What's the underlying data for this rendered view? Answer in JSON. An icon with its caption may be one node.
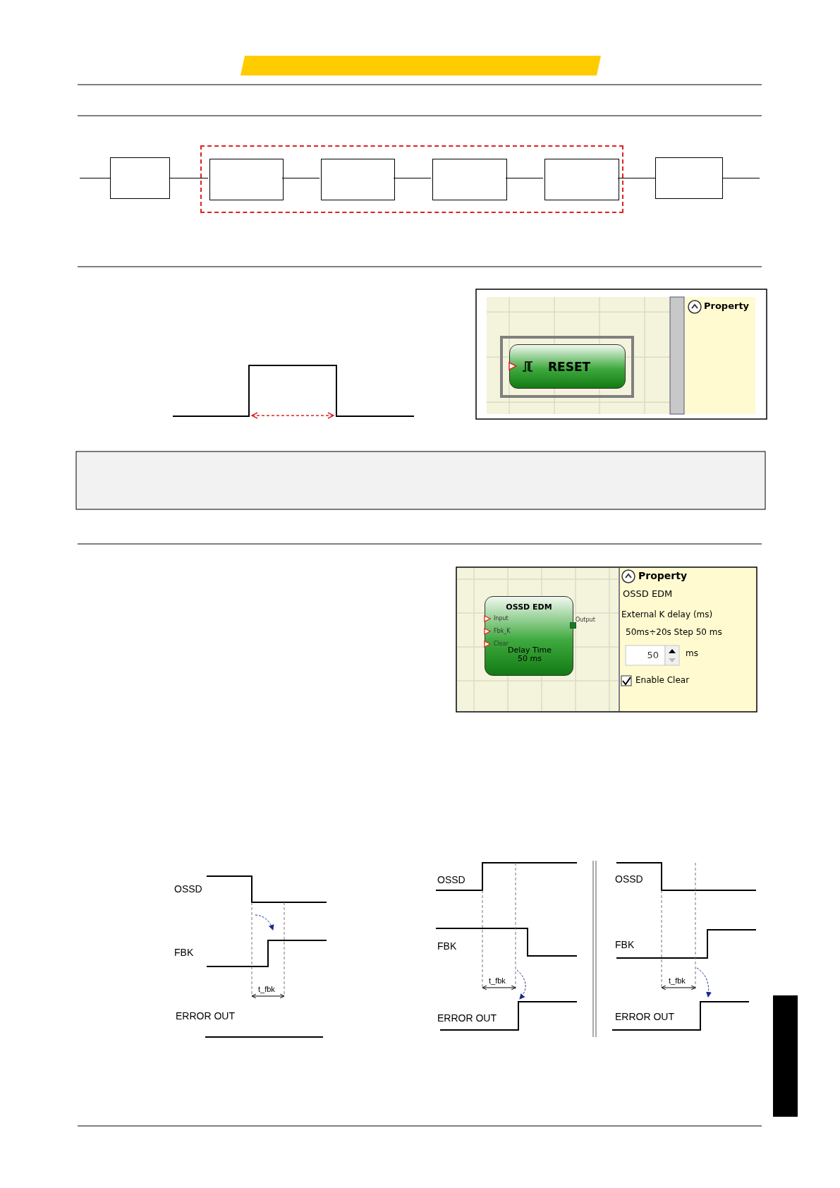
{
  "diagram": {
    "nodes": [
      {
        "text": [],
        "shape": "box"
      },
      {
        "text": [],
        "shape": "box"
      },
      {
        "text": [],
        "shape": "box",
        "in": 0
      },
      {
        "text": [],
        "shape": "box",
        "in": 0
      },
      {
        "text": [],
        "shape": "box",
        "in": 0
      },
      {
        "text": [],
        "shape": "box",
        "in": 0
      },
      {
        "text": [],
        "shape": "box"
      },
      {
        "text": [
          "RESET"
        ]
      },
      {
        "text": [
          "OSSD EDM",
          "Input",
          "Fbk_K",
          "Clear",
          "Delay Time 50 ms"
        ],
        "beside": [
          "Output"
        ]
      }
    ],
    "edges": [
      {
        "from": null,
        "to": 1,
        "arrow": "none"
      },
      {
        "from": 1,
        "to": 2,
        "arrow": "none"
      },
      {
        "from": 2,
        "to": 3,
        "arrow": "none"
      },
      {
        "from": 3,
        "to": 4,
        "arrow": "none"
      },
      {
        "from": 4,
        "to": 5,
        "arrow": "none"
      },
      {
        "from": 5,
        "to": 6,
        "arrow": "none"
      },
      {
        "from": 6,
        "to": null,
        "arrow": "none"
      }
    ],
    "labels": [
      "Property",
      "Property",
      "OSSD EDM",
      "External K delay (ms)",
      "50ms÷20s Step 50 ms",
      "50",
      "ms",
      "Enable Clear",
      "OSSD",
      "FBK",
      "t_fbk",
      "ERROR OUT",
      "OSSD",
      "FBK",
      "t_fbk",
      "ERROR OUT",
      "OSSD",
      "FBK",
      "t_fbk",
      "ERROR OUT"
    ]
  }
}
